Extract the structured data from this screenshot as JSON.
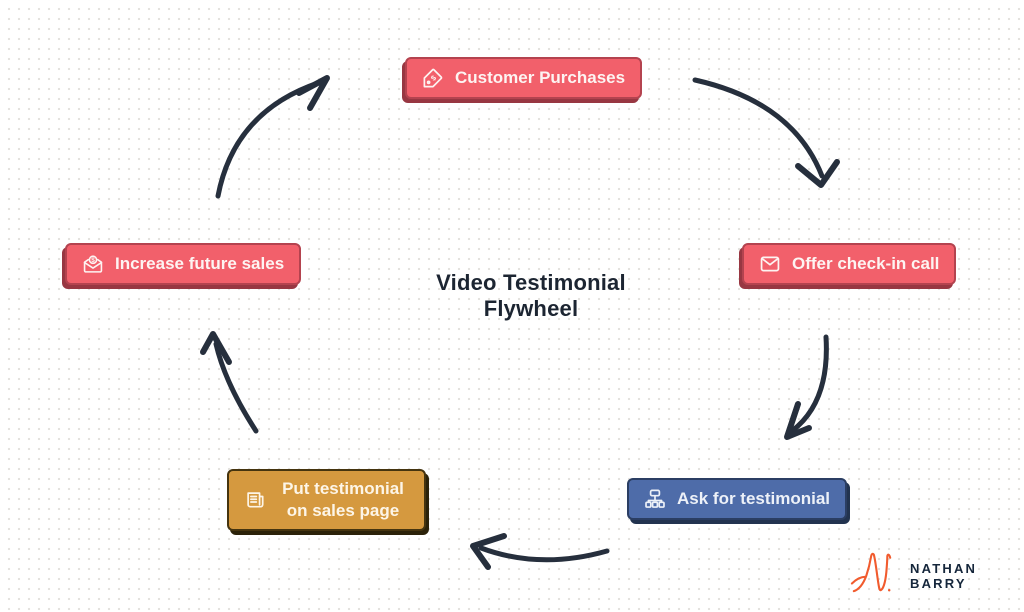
{
  "title": "Video Testimonial Flywheel",
  "nodes": [
    {
      "id": "customer-purchases",
      "label": "Customer Purchases",
      "icon": "tag-dollar-icon",
      "color": "red"
    },
    {
      "id": "offer-check-in-call",
      "label": "Offer check-in call",
      "icon": "envelope-icon",
      "color": "red"
    },
    {
      "id": "ask-for-testimonial",
      "label": "Ask for testimonial",
      "icon": "sitemap-icon",
      "color": "blue"
    },
    {
      "id": "put-testimonial",
      "label": "Put testimonial on sales page",
      "icon": "newspaper-icon",
      "color": "orange"
    },
    {
      "id": "increase-future-sales",
      "label": "Increase future sales",
      "icon": "envelope-dollar-icon",
      "color": "red"
    }
  ],
  "logo": {
    "monogram": "N",
    "name": "NATHAN BARRY"
  },
  "colors": {
    "node_red": "#f2606b",
    "node_red_border": "#b4434f",
    "node_red_shadow": "#983742",
    "node_blue": "#4e6ca9",
    "node_blue_border": "#2b3e63",
    "node_blue_shadow": "#22334f",
    "node_orange": "#d5993f",
    "node_orange_border": "#45340f",
    "node_orange_shadow": "#2b2209",
    "arrow": "#262f3d",
    "title_text": "#1c2532",
    "logo_orange": "#f15b2e",
    "logo_navy": "#15263b",
    "background_dot": "#e4e2de"
  }
}
